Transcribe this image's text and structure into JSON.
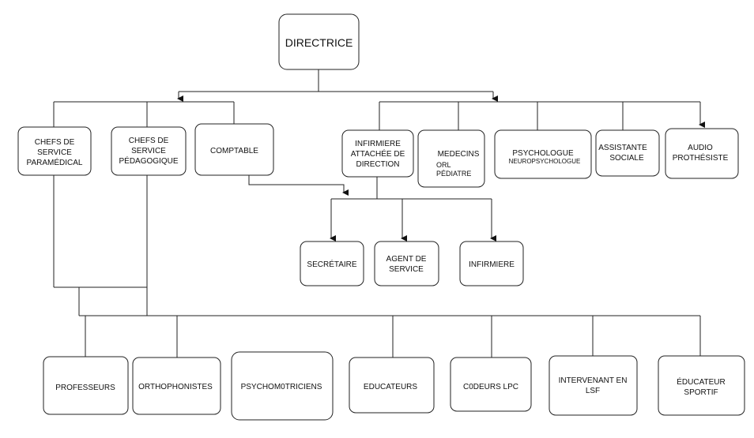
{
  "nodes": {
    "directrice": [
      "DIRECTRICE"
    ],
    "chefs_paramedical": [
      "CHEFS DE",
      "SERVICE",
      "PARAMÉDICAL"
    ],
    "chefs_pedagogique": [
      "CHEFS DE",
      "SERVICE",
      "PÉDAGOGIQUE"
    ],
    "comptable": [
      "COMPTABLE"
    ],
    "infirmiere_direction": [
      "INFIRMIERE",
      "ATTACHÉE DE",
      "DIRECTION"
    ],
    "medecins": [
      "MEDECINS"
    ],
    "medecins_sub": [
      "ORL",
      "PÉDIATRE"
    ],
    "psychologue": [
      "PSYCHOLOGUE"
    ],
    "psychologue_sub": [
      "NEUROPSYCHOLOGUE"
    ],
    "assistante_sociale": [
      "ASSISTANTE",
      "SOCIALE"
    ],
    "audio_prothesiste": [
      "AUDIO",
      "PROTHÉSISTE"
    ],
    "secretaire": [
      "SECRÉTAIRE"
    ],
    "agent_service": [
      "AGENT DE",
      "SERVICE"
    ],
    "infirmiere": [
      "INFIRMIERE"
    ],
    "professeurs": [
      "PROFESSEURS"
    ],
    "orthophonistes": [
      "ORTHOPHONISTES"
    ],
    "psychomotriciens": [
      "PSYCHOM0TRICIENS"
    ],
    "educateurs": [
      "EDUCATEURS"
    ],
    "codeurs_lpc": [
      "C0DEURS LPC"
    ],
    "intervenant_lsf": [
      "INTERVENANT EN",
      "LSF"
    ],
    "educateur_sportif": [
      "ÉDUCATEUR",
      "SPORTIF"
    ]
  }
}
